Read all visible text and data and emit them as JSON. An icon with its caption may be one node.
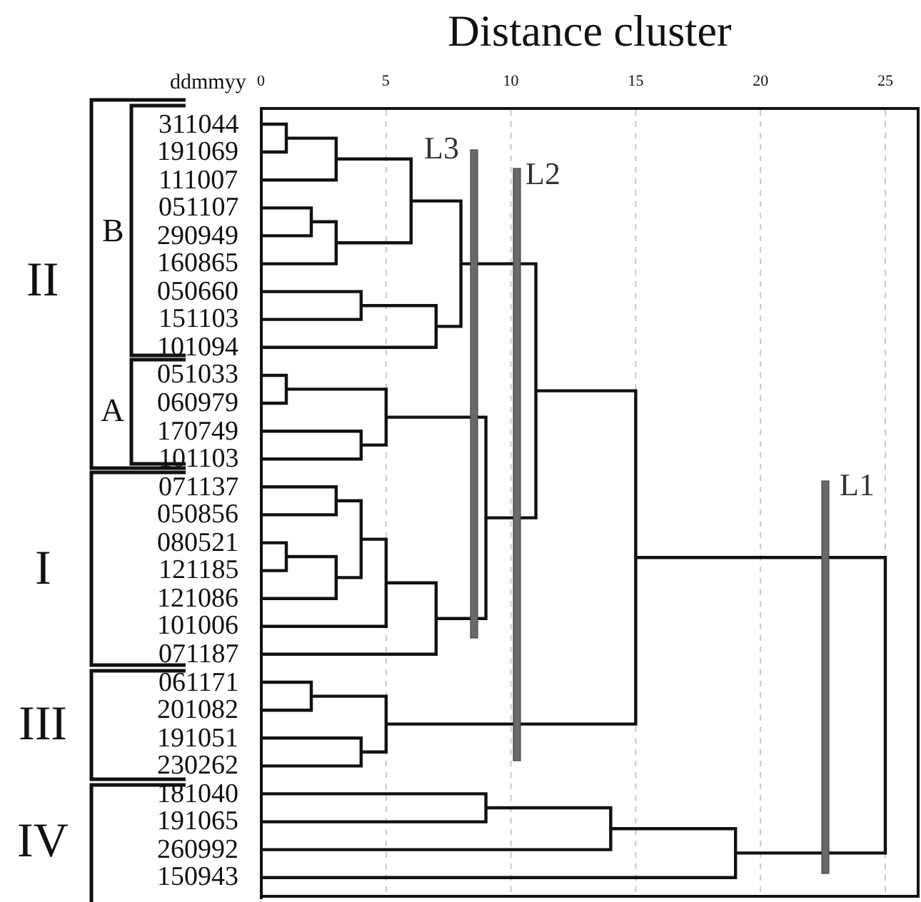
{
  "diagram": {
    "title": "Distance cluster",
    "labels": [
      "ddmmyy",
      "0",
      "5",
      "10",
      "15",
      "20",
      "25",
      "L3",
      "L2",
      "II",
      "B",
      "311044",
      "191069",
      "111007",
      "051107",
      "290949",
      "160865",
      "050660",
      "151103",
      "101094",
      "A",
      "051033",
      "060979",
      "170749",
      "101103",
      "L1",
      "I",
      "071137",
      "050856",
      "080521",
      "121185",
      "121086",
      "101006",
      "071187",
      "III",
      "061171",
      "201082",
      "191051",
      "230262",
      "IV",
      "181040",
      "191065",
      "260992",
      "150943"
    ]
  }
}
